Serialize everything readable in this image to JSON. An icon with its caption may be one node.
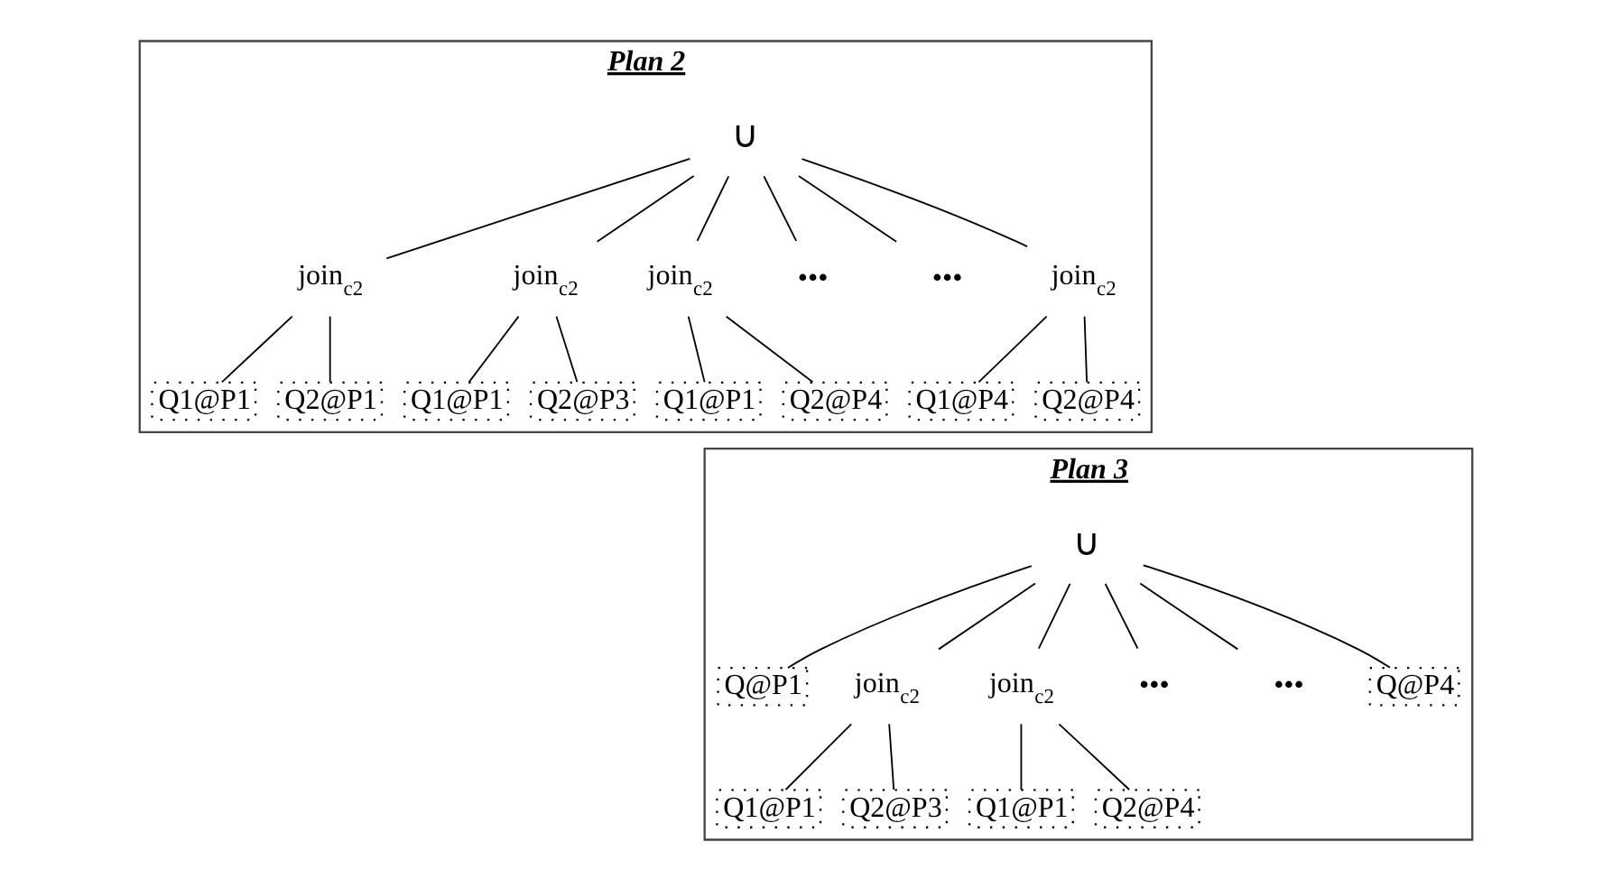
{
  "diagram": {
    "nodes": [
      {
        "text": [
          "Plan 2"
        ]
      },
      {
        "text": [
          "∪"
        ],
        "in": 0
      },
      {
        "text": [
          "join$_{c2}$"
        ],
        "in": 0
      },
      {
        "text": [
          "join$_{c2}$"
        ],
        "in": 0
      },
      {
        "text": [
          "join$_{c2}$"
        ],
        "in": 0
      },
      {
        "text": [
          "•••"
        ],
        "in": 0
      },
      {
        "text": [
          "•••"
        ],
        "in": 0
      },
      {
        "text": [
          "join$_{c2}$"
        ],
        "in": 0
      },
      {
        "text": [
          "Q1@P1"
        ],
        "in": 0
      },
      {
        "text": [
          "Q2@P1"
        ],
        "in": 0
      },
      {
        "text": [
          "Q1@P1"
        ],
        "in": 0
      },
      {
        "text": [
          "Q2@P3"
        ],
        "in": 0
      },
      {
        "text": [
          "Q1@P1"
        ],
        "in": 0
      },
      {
        "text": [
          "Q2@P4"
        ],
        "in": 0
      },
      {
        "text": [
          "Q1@P4"
        ],
        "in": 0
      },
      {
        "text": [
          "Q2@P4"
        ],
        "in": 0
      },
      {
        "text": [
          "Plan 3"
        ]
      },
      {
        "text": [
          "∪"
        ],
        "in": 16
      },
      {
        "text": [
          "Q@P1"
        ],
        "in": 16
      },
      {
        "text": [
          "join$_{c2}$"
        ],
        "in": 16
      },
      {
        "text": [
          "join$_{c2}$"
        ],
        "in": 16
      },
      {
        "text": [
          "•••"
        ],
        "in": 16
      },
      {
        "text": [
          "•••"
        ],
        "in": 16
      },
      {
        "text": [
          "Q@P4"
        ],
        "in": 16
      },
      {
        "text": [
          "Q1@P1"
        ],
        "in": 16
      },
      {
        "text": [
          "Q2@P3"
        ],
        "in": 16
      },
      {
        "text": [
          "Q1@P1"
        ],
        "in": 16
      },
      {
        "text": [
          "Q2@P4"
        ],
        "in": 16
      }
    ],
    "edges": [
      {
        "from": 1,
        "to": 2,
        "arrow": "none"
      },
      {
        "from": 1,
        "to": 3,
        "arrow": "none"
      },
      {
        "from": 1,
        "to": 4,
        "arrow": "none"
      },
      {
        "from": 1,
        "to": 5,
        "arrow": "none"
      },
      {
        "from": 1,
        "to": 6,
        "arrow": "none"
      },
      {
        "from": 1,
        "to": 7,
        "arrow": "none"
      },
      {
        "from": 2,
        "to": 8,
        "arrow": "none"
      },
      {
        "from": 2,
        "to": 9,
        "arrow": "none"
      },
      {
        "from": 3,
        "to": 10,
        "arrow": "none"
      },
      {
        "from": 3,
        "to": 11,
        "arrow": "none"
      },
      {
        "from": 4,
        "to": 12,
        "arrow": "none"
      },
      {
        "from": 4,
        "to": 13,
        "arrow": "none"
      },
      {
        "from": 7,
        "to": 14,
        "arrow": "none"
      },
      {
        "from": 7,
        "to": 15,
        "arrow": "none"
      },
      {
        "from": 17,
        "to": 18,
        "arrow": "none"
      },
      {
        "from": 17,
        "to": 19,
        "arrow": "none"
      },
      {
        "from": 17,
        "to": 20,
        "arrow": "none"
      },
      {
        "from": 17,
        "to": 21,
        "arrow": "none"
      },
      {
        "from": 17,
        "to": 22,
        "arrow": "none"
      },
      {
        "from": 17,
        "to": 23,
        "arrow": "none"
      },
      {
        "from": 19,
        "to": 24,
        "arrow": "none"
      },
      {
        "from": 19,
        "to": 25,
        "arrow": "none"
      },
      {
        "from": 20,
        "to": 26,
        "arrow": "none"
      },
      {
        "from": 20,
        "to": 27,
        "arrow": "none"
      }
    ]
  }
}
